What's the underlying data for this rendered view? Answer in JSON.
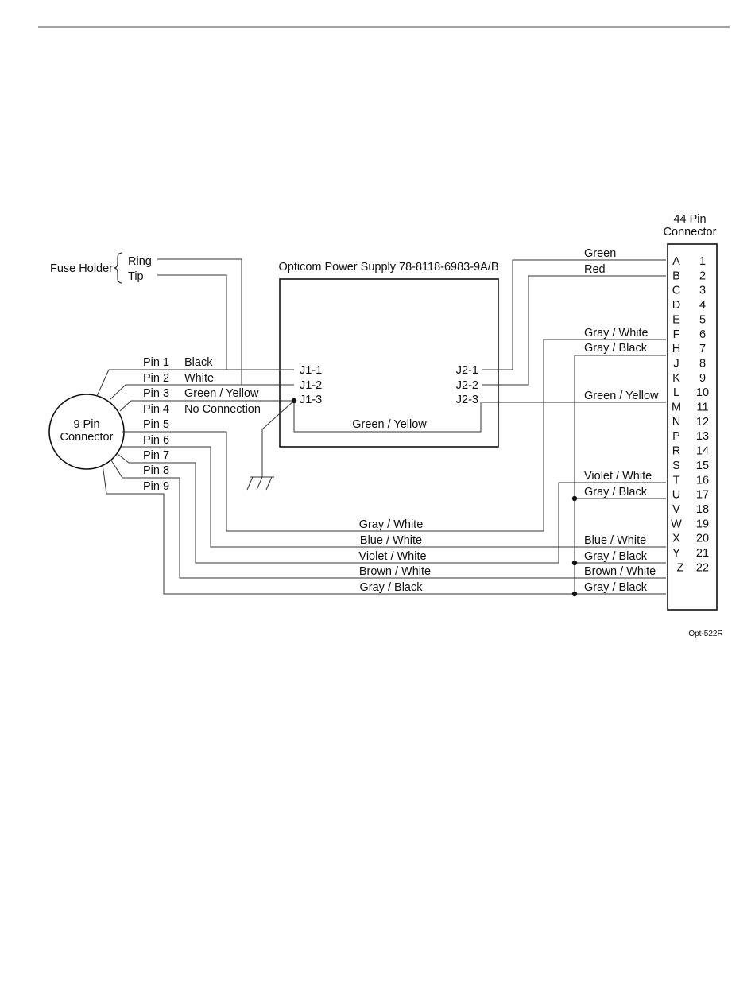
{
  "power_supply": {
    "title": "Opticom Power Supply 78-8118-6983-9A/B"
  },
  "connector44": {
    "title_line1": "44 Pin",
    "title_line2": "Connector"
  },
  "connector9": {
    "label_line1": "9 Pin",
    "label_line2": "Connector"
  },
  "fuse_holder": {
    "label": "Fuse Holder",
    "ring": "Ring",
    "tip": "Tip"
  },
  "j1": [
    "J1-1",
    "J1-2",
    "J1-3"
  ],
  "j2": [
    "J2-1",
    "J2-2",
    "J2-3"
  ],
  "pins9": [
    {
      "pin": "Pin 1",
      "color": "Black"
    },
    {
      "pin": "Pin 2",
      "color": "White"
    },
    {
      "pin": "Pin 3",
      "color": "Green / Yellow"
    },
    {
      "pin": "Pin 4",
      "color": "No Connection"
    },
    {
      "pin": "Pin 5",
      "color": ""
    },
    {
      "pin": "Pin 6",
      "color": ""
    },
    {
      "pin": "Pin 7",
      "color": ""
    },
    {
      "pin": "Pin 8",
      "color": ""
    },
    {
      "pin": "Pin 9",
      "color": ""
    }
  ],
  "pins44": [
    {
      "letter": "A",
      "number": "1"
    },
    {
      "letter": "B",
      "number": "2"
    },
    {
      "letter": "C",
      "number": "3"
    },
    {
      "letter": "D",
      "number": "4"
    },
    {
      "letter": "E",
      "number": "5"
    },
    {
      "letter": "F",
      "number": "6"
    },
    {
      "letter": "H",
      "number": "7"
    },
    {
      "letter": "J",
      "number": "8"
    },
    {
      "letter": "K",
      "number": "9"
    },
    {
      "letter": "L",
      "number": "10"
    },
    {
      "letter": "M",
      "number": "11"
    },
    {
      "letter": "N",
      "number": "12"
    },
    {
      "letter": "P",
      "number": "13"
    },
    {
      "letter": "R",
      "number": "14"
    },
    {
      "letter": "S",
      "number": "15"
    },
    {
      "letter": "T",
      "number": "16"
    },
    {
      "letter": "U",
      "number": "17"
    },
    {
      "letter": "V",
      "number": "18"
    },
    {
      "letter": "W",
      "number": "19"
    },
    {
      "letter": "X",
      "number": "20"
    },
    {
      "letter": "Y",
      "number": "21"
    },
    {
      "letter": "Z",
      "number": "22"
    }
  ],
  "wire_labels": {
    "green": "Green",
    "red": "Red",
    "gray_white_f": "Gray / White",
    "gray_black_h": "Gray / Black",
    "green_yellow_m": "Green / Yellow",
    "green_yellow_ps": "Green / Yellow",
    "violet_white_t": "Violet / White",
    "gray_black_u": "Gray / Black",
    "blue_white_x": "Blue / White",
    "gray_black_y": "Gray / Black",
    "brown_white_z": "Brown / White",
    "gray_black_bottom_right": "Gray / Black",
    "pin5_gray_white": "Gray / White",
    "pin6_blue_white": "Blue / White",
    "pin7_violet_white": "Violet / White",
    "pin8_brown_white": "Brown / White",
    "pin9_gray_black": "Gray / Black"
  },
  "figure_id": "Opt-522R"
}
